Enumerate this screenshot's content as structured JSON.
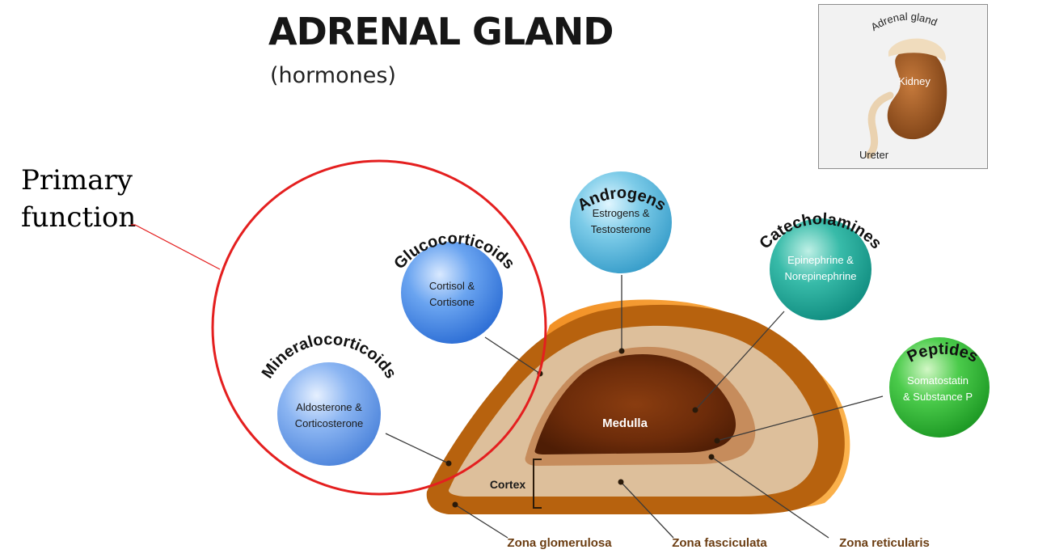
{
  "header": {
    "title": "ADRENAL GLAND",
    "subtitle": "(hormones)"
  },
  "annotation": {
    "line1": "Primary",
    "line2": "function",
    "circle_color": "#e41f1f"
  },
  "inset": {
    "adrenal_label": "Adrenal gland",
    "kidney_label": "Kidney",
    "ureter_label": "Ureter"
  },
  "gland": {
    "medulla_label": "Medulla",
    "cortex_label": "Cortex",
    "zones": [
      "Zona glomerulosa",
      "Zona fasciculata",
      "Zona reticularis"
    ]
  },
  "hormone_groups": [
    {
      "name": "Mineralocorticoids",
      "line1": "Aldosterone &",
      "line2": "Corticosterone",
      "color": "#5f9ae8"
    },
    {
      "name": "Glucocorticoids",
      "line1": "Cortisol &",
      "line2": "Cortisone",
      "color": "#3f86e6"
    },
    {
      "name": "Androgens",
      "line1": "Estrogens &",
      "line2": "Testosterone",
      "color": "#4fb6dc"
    },
    {
      "name": "Catecholamines",
      "line1": "Epinephrine &",
      "line2": "Norepinephrine",
      "color": "#1fa79b"
    },
    {
      "name": "Peptides",
      "line1": "Somatostatin",
      "line2": "& Substance P",
      "color": "#2fb236"
    }
  ]
}
